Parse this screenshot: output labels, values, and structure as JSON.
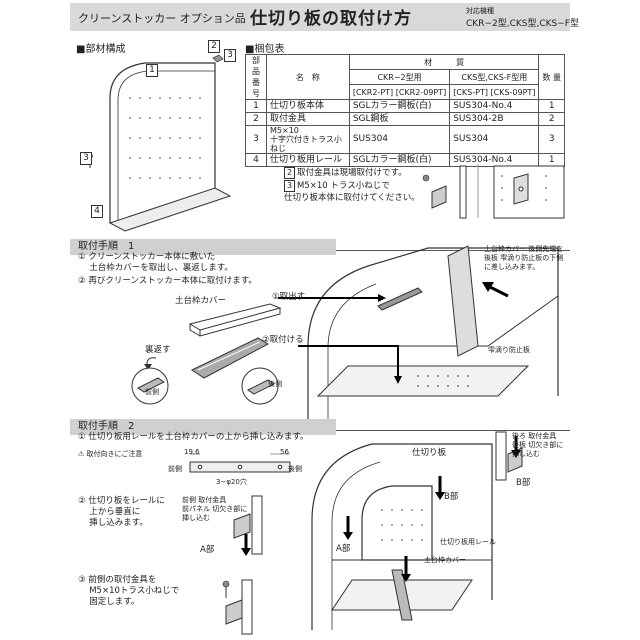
{
  "header": {
    "subtitle": "クリーンストッカー オプション品",
    "title": "仕切り板の取付け方",
    "models_label": "対応機種",
    "models": "CKR−2型,CKS型,CKS−F型"
  },
  "parts_section": {
    "label": "■部材構成",
    "callouts": [
      "1",
      "2",
      "3",
      "3",
      "4"
    ]
  },
  "packing": {
    "label": "■梱包表",
    "headers": {
      "no": "部品番号",
      "name": "名　称",
      "material": "材　　　質",
      "ckr": "CKR−2型用",
      "ckr_code": "[CKR2-PT] [CKR2-09PT]",
      "cks": "CKS型,CKS-F型用",
      "cks_code": "[CKS-PT] [CKS-09PT]",
      "qty": "数 量"
    },
    "rows": [
      {
        "no": "1",
        "name": "仕切り板本体",
        "ckr": "SGLカラー鋼板(白)",
        "cks": "SUS304-No.4",
        "qty": "1"
      },
      {
        "no": "2",
        "name": "取付金具",
        "ckr": "SGL鋼板",
        "cks": "SUS304-2B",
        "qty": "2"
      },
      {
        "no": "3",
        "name": "M5×10\n十字穴付きトラス小ねじ",
        "ckr": "SUS304",
        "cks": "SUS304",
        "qty": "3"
      },
      {
        "no": "4",
        "name": "仕切り板用レール",
        "ckr": "SGLカラー鋼板(白)",
        "cks": "SUS304-No.4",
        "qty": "1"
      }
    ],
    "note_line1": "取付金具は現場取付けです。",
    "note_line1_num": "2",
    "note_line2": "M5×10 トラス小ねじで",
    "note_line2_num": "3",
    "note_line3": "仕切り板本体に取付けてください。"
  },
  "step1": {
    "title": "取付手順　1",
    "item1": "① クリーンストッカー本体に敷いた\n　 土台枠カバーを取出し、裏返します。",
    "item2": "② 再びクリーンストッカー本体に取付けます。",
    "cover_label": "土台枠カバー",
    "remove_label": "①取出す",
    "flip_label": "裏返す",
    "attach_label": "②取付ける",
    "front_label": "前側",
    "rear_label": "後側",
    "rear_note": "土台枠カバー 後側先端を\n後板 雫滴り防止板の下側\nに差し込みます。",
    "drip_label": "雫滴り防止板"
  },
  "step2": {
    "title": "取付手順　2",
    "item1": "① 仕切り板用レールを土台枠カバーの上から挿し込みます。",
    "caution": "取付向きにご注意",
    "dim1": "19.6",
    "dim2": "56",
    "front_label": "前側",
    "rear_label": "後側",
    "holes": "3−φ20穴",
    "item2": "② 仕切り板をレールに\n　 上から垂直に\n　 挿し込みます。",
    "detail_a_note": "前側 取付金具\n前パネル 切欠き部に\n挿し込む",
    "a_part": "A部",
    "item3": "③ 前側の取付金具を\n　 M5×10トラス小ねじで\n　 固定します。",
    "b_note": "後ろ 取付金具\n後板 切欠き部に\n挿し込む",
    "b_part": "B部",
    "partition_label": "仕切り板",
    "b_label": "B部",
    "a_label": "A部",
    "rail_label": "仕切り板用レール",
    "cover_label": "土台枠カバー"
  }
}
